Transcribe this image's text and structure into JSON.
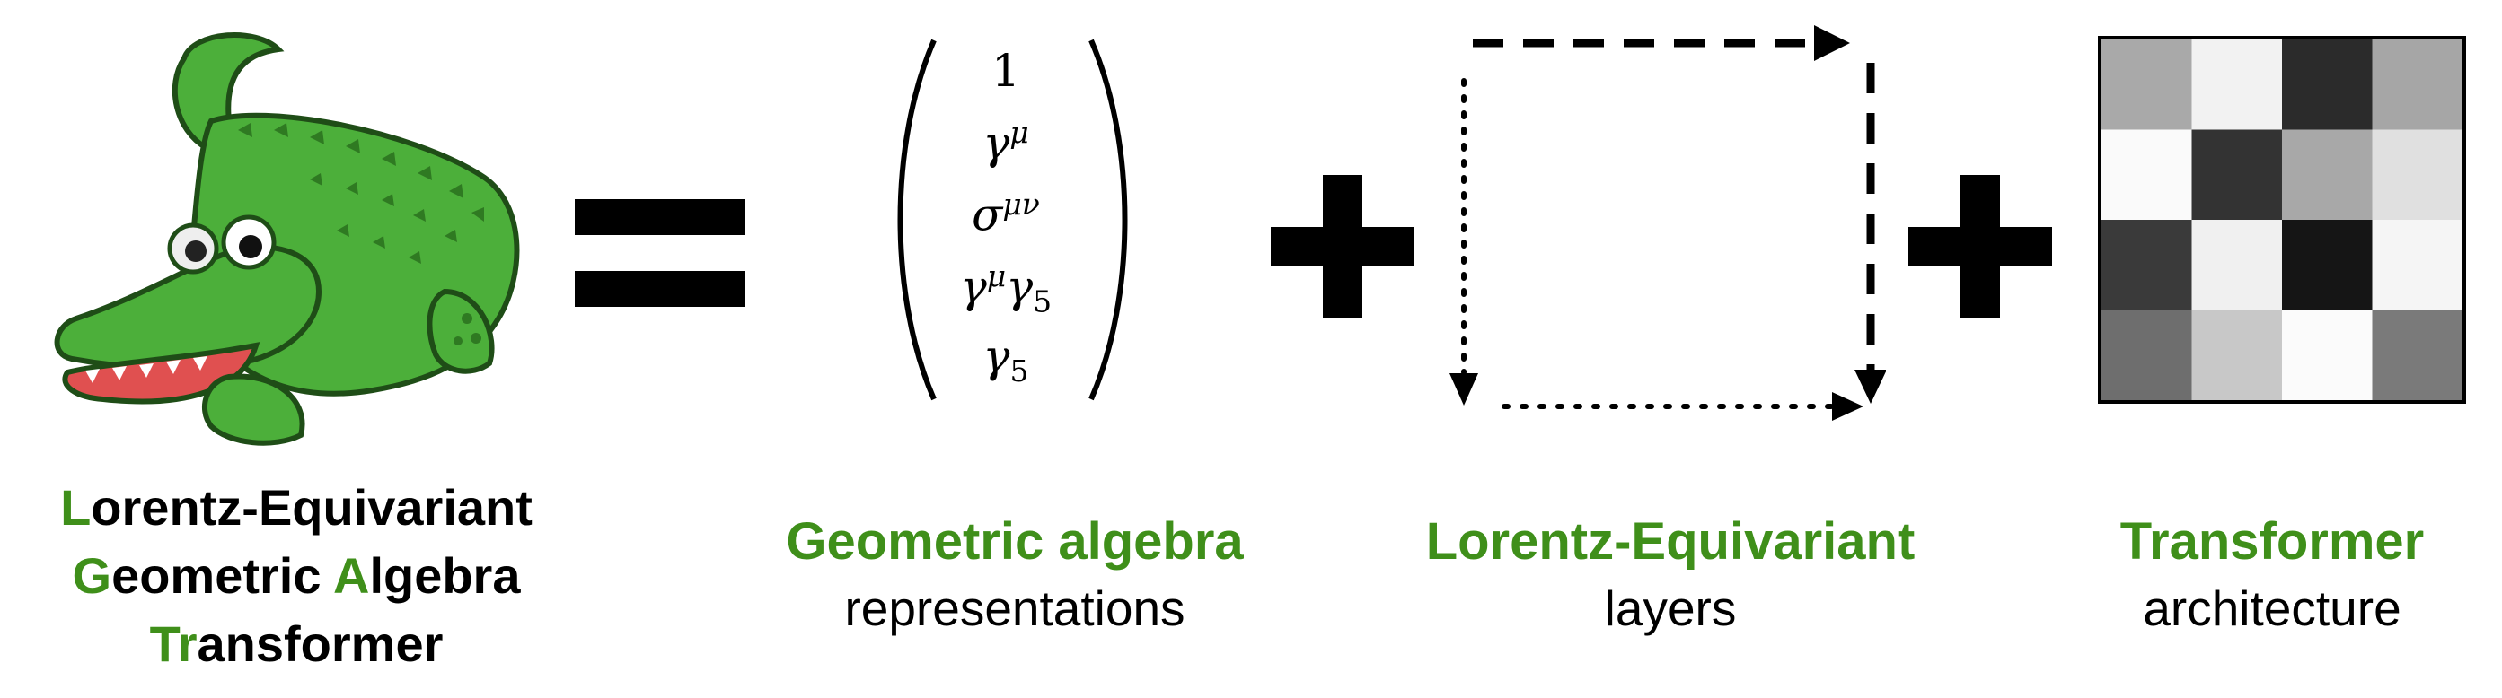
{
  "title": {
    "line1": {
      "highlight": "L",
      "rest": "orentz-Equivariant"
    },
    "line2": {
      "highlight1": "G",
      "rest1": "eometric ",
      "highlight2": "A",
      "rest2": "lgebra"
    },
    "line3": {
      "highlight": "Tr",
      "rest": "ansformer"
    }
  },
  "operators": {
    "equals": "=",
    "plus": "+"
  },
  "geometric_algebra": {
    "components": [
      {
        "base": "1",
        "sup": "",
        "sub": ""
      },
      {
        "base": "γ",
        "sup": "μ",
        "sub": ""
      },
      {
        "base": "σ",
        "sup": "μν",
        "sub": ""
      },
      {
        "base": "γ",
        "sup": "μ",
        "base2": "γ",
        "sub": "5"
      },
      {
        "base": "γ",
        "sup": "",
        "sub": "5"
      }
    ],
    "caption_main": "Geometric algebra",
    "caption_sub": "representations"
  },
  "layers": {
    "caption_main": "Lorentz-Equivariant",
    "caption_sub": "layers"
  },
  "transformer": {
    "caption_main": "Transformer",
    "caption_sub": "architecture",
    "matrix": [
      [
        "#a9a9a9",
        "#f2f2f2",
        "#2b2b2b",
        "#a6a6a6"
      ],
      [
        "#fafafa",
        "#333333",
        "#a8a8a8",
        "#e0e0e0"
      ],
      [
        "#3a3a3a",
        "#f0f0f0",
        "#151515",
        "#f5f5f5"
      ],
      [
        "#6e6e6e",
        "#c8c8c8",
        "#fbfbfb",
        "#7a7a7a"
      ]
    ]
  },
  "colors": {
    "accent": "#3f8f1a",
    "text": "#000000"
  }
}
